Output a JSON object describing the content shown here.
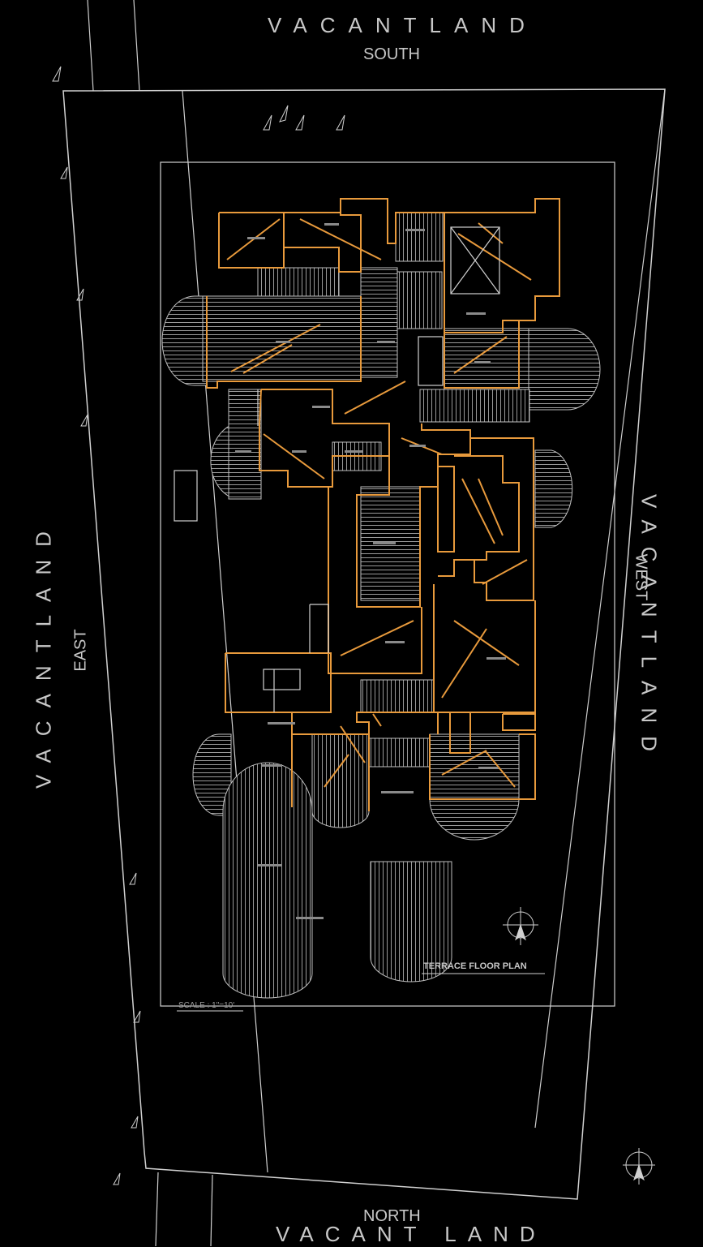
{
  "labels": {
    "south_big": "VACANTLAND",
    "south_small": "SOUTH",
    "north_small": "NORTH",
    "north_big": "VACANT LAND",
    "east_big": "VACANTLAND",
    "east_small": "EAST",
    "west_big": "VACANTLAND",
    "west_small": "WEST",
    "plan_title": "TERRACE FLOOR PLAN",
    "scale_note": "SCALE : 1\"=10'"
  },
  "colors": {
    "background": "#000000",
    "linework": "#d0d0d0",
    "accent": "#e89a3c"
  }
}
